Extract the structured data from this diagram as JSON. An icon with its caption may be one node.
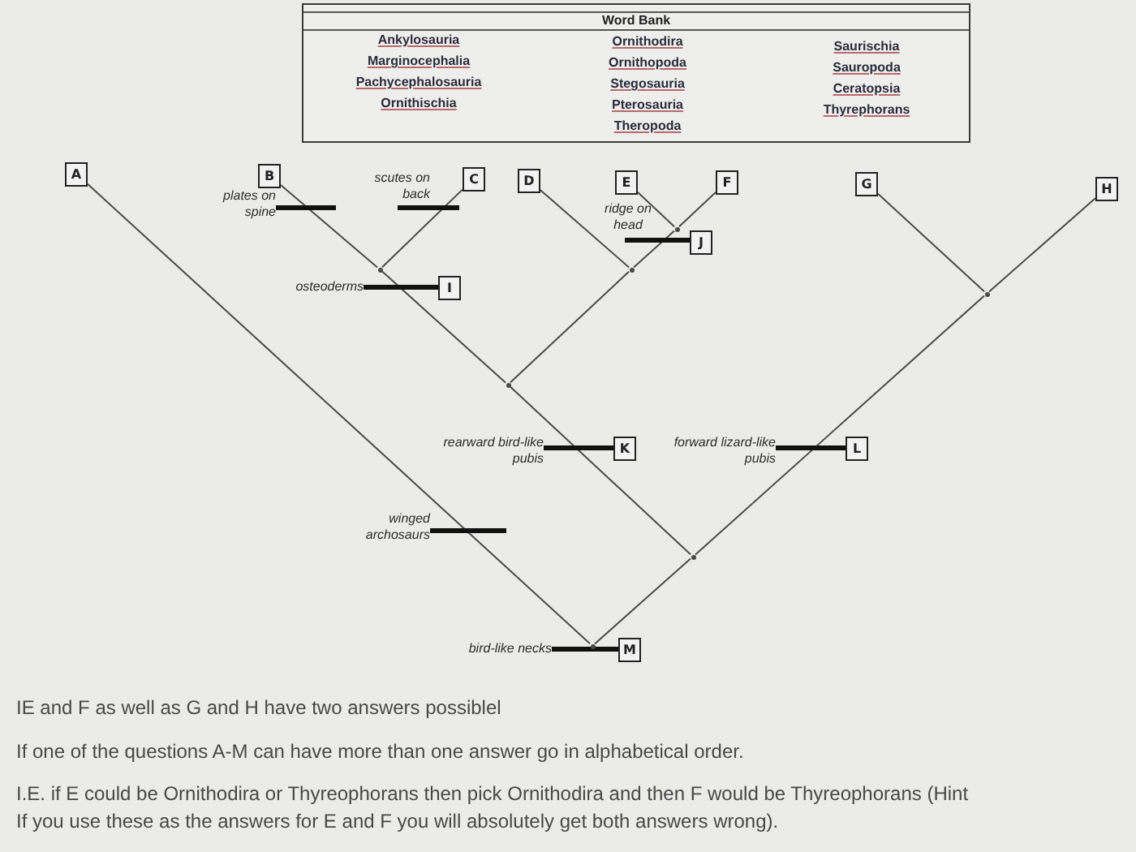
{
  "diagram": {
    "nodes": [
      {
        "text": [
          "Word Bank",
          "Ankylosauria",
          "Marginocephalia",
          "Pachycephalosauria",
          "Ornithischia",
          "Ornithodira",
          "Ornithopoda",
          "Stegosauria",
          "Pterosauria",
          "Theropoda",
          "Saurischia",
          "Sauropoda",
          "Ceratopsia",
          "Thyrephorans"
        ]
      },
      {
        "text": [
          "A"
        ]
      },
      {
        "text": [
          "B"
        ]
      },
      {
        "text": [
          "C"
        ]
      },
      {
        "text": [
          "D"
        ]
      },
      {
        "text": [
          "E"
        ]
      },
      {
        "text": [
          "F"
        ]
      },
      {
        "text": [
          "G"
        ]
      },
      {
        "text": [
          "H"
        ]
      },
      {
        "text": [
          "plates on spine"
        ]
      },
      {
        "text": [
          "scutes on back"
        ]
      },
      {
        "text": [
          "ridge on head"
        ]
      },
      {
        "text": [
          "J"
        ]
      },
      {
        "text": [
          "osteoderms"
        ]
      },
      {
        "text": [
          "I"
        ]
      },
      {
        "text": [
          "rearward bird-like pubis"
        ]
      },
      {
        "text": [
          "K"
        ]
      },
      {
        "text": [
          "forward lizard-like pubis"
        ]
      },
      {
        "text": [
          "L"
        ]
      },
      {
        "text": [
          "winged archosaurs"
        ]
      },
      {
        "text": [
          "bird-like necks"
        ]
      },
      {
        "text": [
          "M"
        ]
      },
      {
        "text": [],
        "shape": "point"
      },
      {
        "text": [],
        "shape": "point"
      },
      {
        "text": [],
        "shape": "point"
      },
      {
        "text": [],
        "shape": "point"
      },
      {
        "text": [],
        "shape": "point"
      },
      {
        "text": [],
        "shape": "point"
      },
      {
        "text": [],
        "shape": "point"
      }
    ],
    "edges": [
      {
        "from": 28,
        "to": 1,
        "arrow": "none"
      },
      {
        "from": 28,
        "to": 27,
        "arrow": "none"
      },
      {
        "from": 27,
        "to": 26,
        "arrow": "none"
      },
      {
        "from": 27,
        "to": 25,
        "arrow": "none"
      },
      {
        "from": 25,
        "to": 7,
        "arrow": "none"
      },
      {
        "from": 25,
        "to": 8,
        "arrow": "none"
      },
      {
        "from": 26,
        "to": 23,
        "arrow": "none"
      },
      {
        "from": 23,
        "to": 2,
        "arrow": "none"
      },
      {
        "from": 23,
        "to": 3,
        "arrow": "none"
      },
      {
        "from": 26,
        "to": 24,
        "arrow": "none"
      },
      {
        "from": 24,
        "to": 4,
        "arrow": "none"
      },
      {
        "from": 24,
        "to": 22,
        "arrow": "none"
      },
      {
        "from": 22,
        "to": 5,
        "arrow": "none"
      },
      {
        "from": 22,
        "to": 6,
        "arrow": "none"
      },
      {
        "from": 9,
        "to": null,
        "arrow": "none",
        "style": "thick"
      },
      {
        "from": 10,
        "to": null,
        "arrow": "none",
        "style": "thick"
      },
      {
        "from": 11,
        "to": 12,
        "arrow": "none",
        "style": "thick"
      },
      {
        "from": 13,
        "to": 14,
        "arrow": "none",
        "style": "thick"
      },
      {
        "from": 15,
        "to": 16,
        "arrow": "none",
        "style": "thick"
      },
      {
        "from": 17,
        "to": 18,
        "arrow": "none",
        "style": "thick"
      },
      {
        "from": 19,
        "to": null,
        "arrow": "none",
        "style": "thick"
      },
      {
        "from": 20,
        "to": 21,
        "arrow": "none",
        "style": "thick"
      }
    ],
    "labels": [
      "IE and F as well as G and H have two answers possiblel",
      "If one of the questions A-M can have more than one answer go in alphabetical order.",
      "I.E. if E could be Ornithodira or Thyreophorans then pick Ornithodira and then F would be Thyreophorans (Hint If you use these as the answers for E and F you will absolutely get both answers wrong)."
    ]
  }
}
